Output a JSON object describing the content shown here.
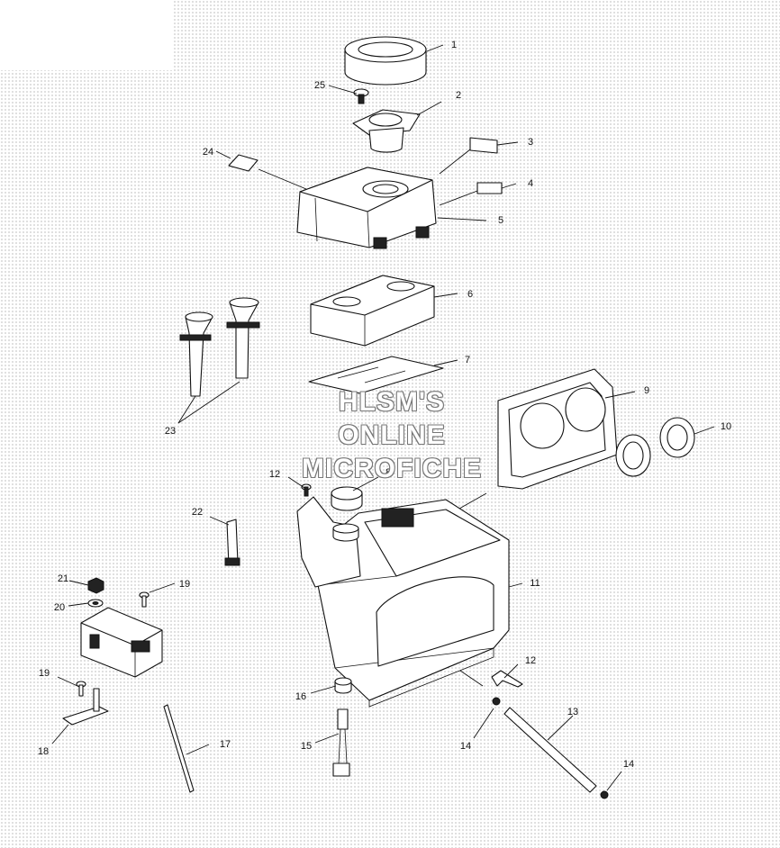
{
  "watermark": {
    "line1": "HLSM'S",
    "line2": "ONLINE",
    "line3": "MICROFICHE"
  },
  "callouts": {
    "c1": "1",
    "c2": "2",
    "c3": "3",
    "c4": "4",
    "c5": "5",
    "c6": "6",
    "c7": "7",
    "c8": "8",
    "c9": "9",
    "c10": "10",
    "c11": "11",
    "c12a": "12",
    "c12b": "12",
    "c13": "13",
    "c14a": "14",
    "c14b": "14",
    "c15": "15",
    "c16": "16",
    "c17": "17",
    "c18": "18",
    "c19a": "19",
    "c19b": "19",
    "c20": "20",
    "c21": "21",
    "c22": "22",
    "c23": "23",
    "c24": "24",
    "c25": "25"
  },
  "colors": {
    "ink": "#111111",
    "dot_pattern": "#c4c4c4",
    "watermark_outline": "#777777"
  }
}
